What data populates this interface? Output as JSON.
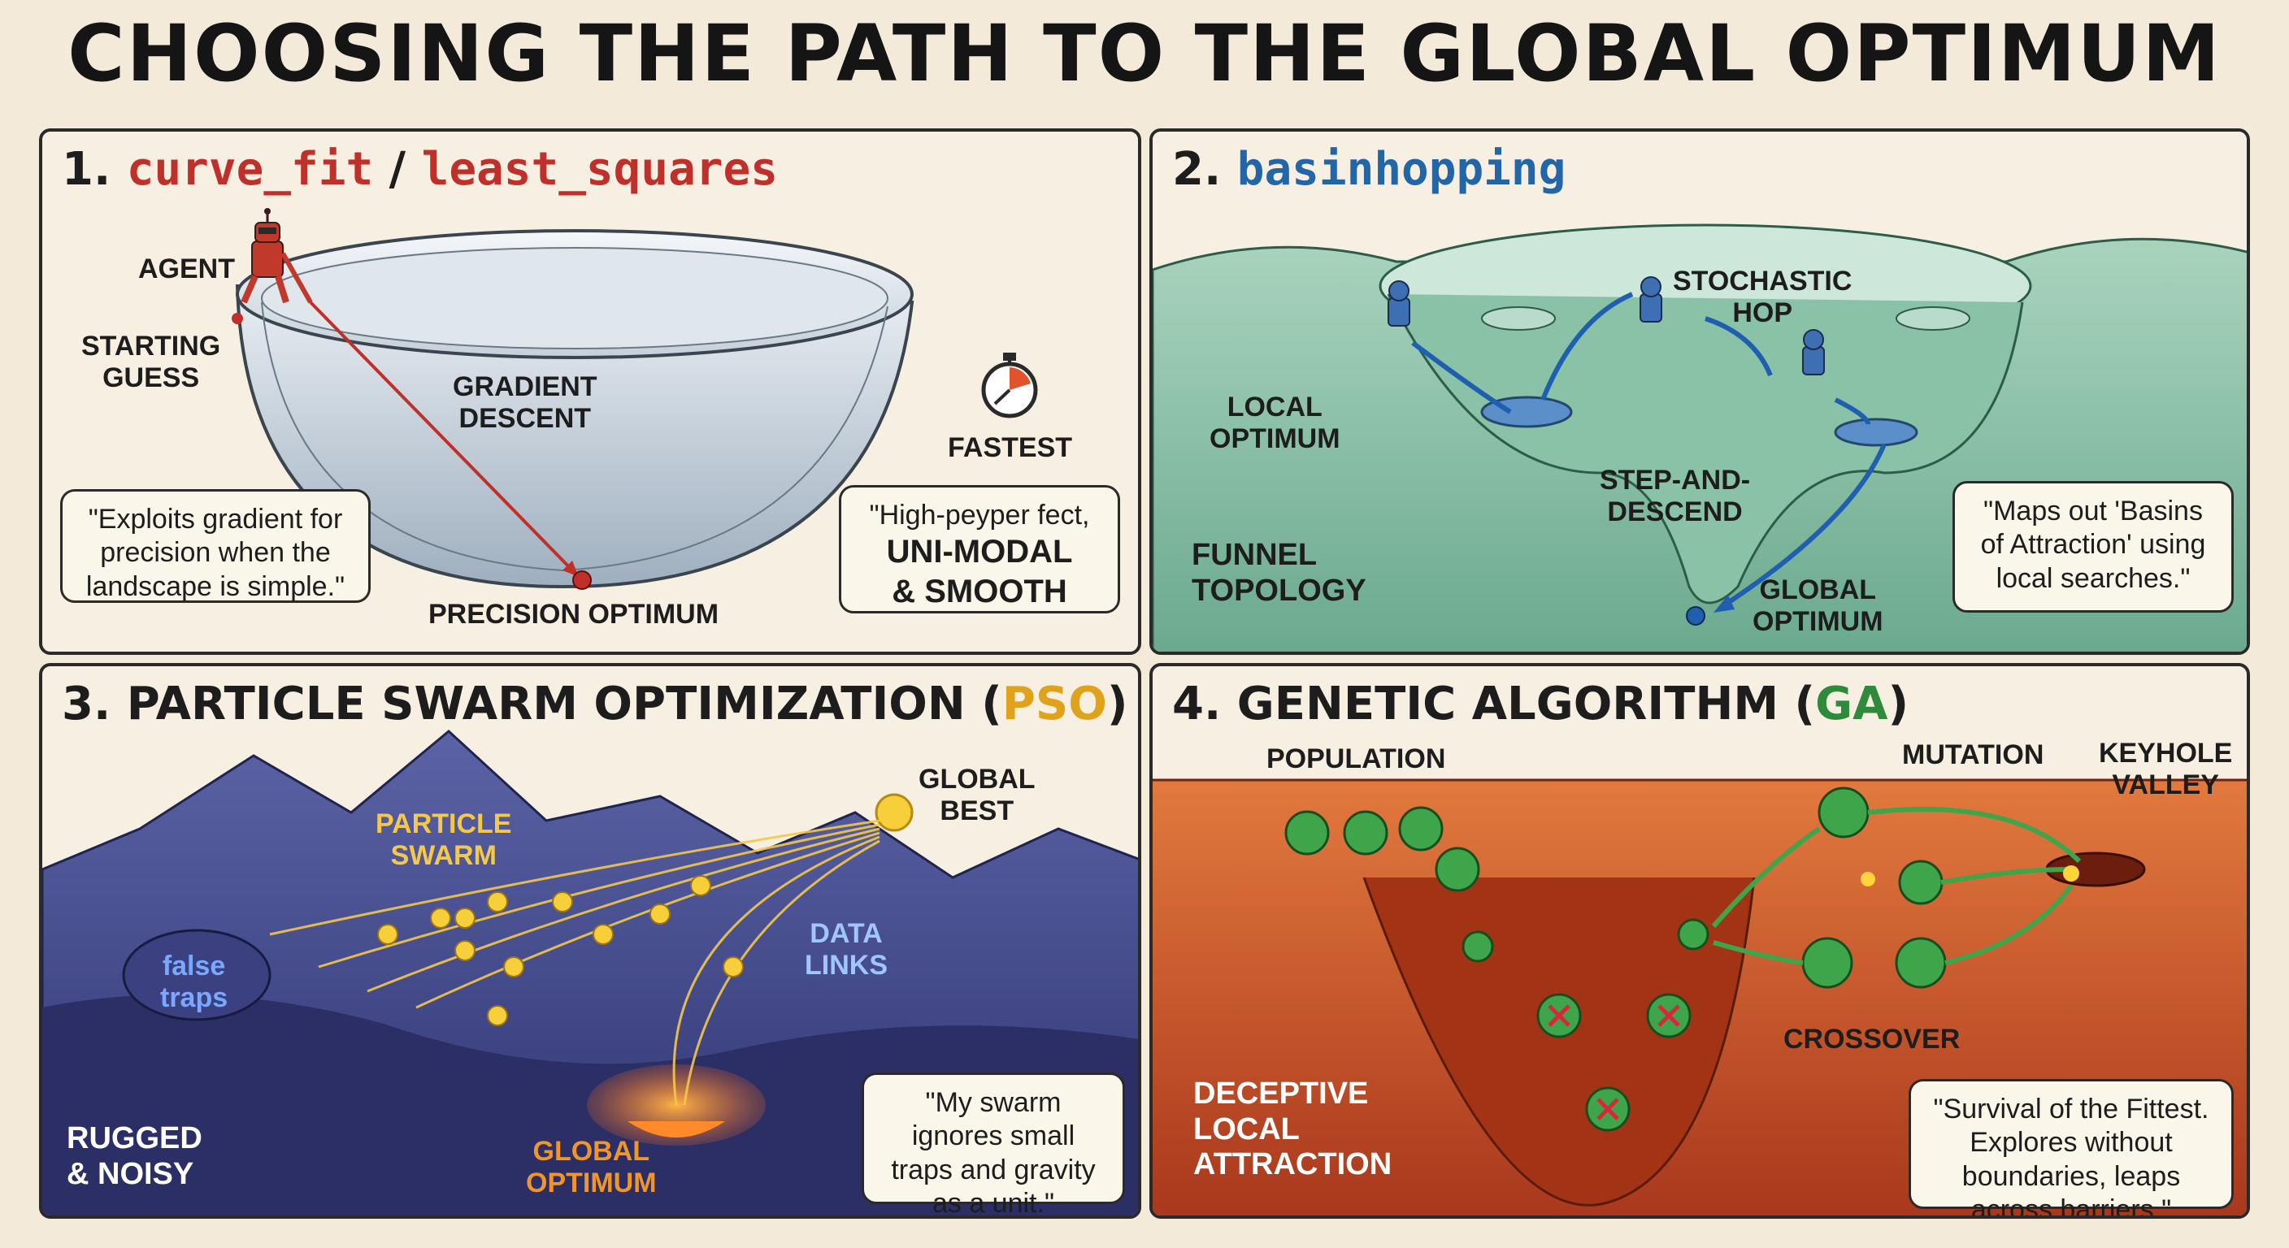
{
  "title": "CHOOSING THE PATH TO THE GLOBAL OPTIMUM",
  "panel1": {
    "num": "1.",
    "code_a": "curve_fit",
    "sep": " / ",
    "code_b": "least_squares",
    "agent": "AGENT",
    "starting_guess": "STARTING\nGUESS",
    "gradient": "GRADIENT\nDESCENT",
    "precision": "PRECISION OPTIMUM",
    "fastest": "FASTEST",
    "quote_left": "\"Exploits gradient for precision when the landscape is simple.\"",
    "quote_right_top": "\"High-peyper fect,",
    "quote_right_bold": "UNI-MODAL\n& SMOOTH"
  },
  "panel2": {
    "num": "2.",
    "code": "basinhopping",
    "stochastic": "STOCHASTIC\nHOP",
    "local": "LOCAL\nOPTIMUM",
    "step": "STEP-AND-\nDESCEND",
    "funnel": "FUNNEL\nTOPOLOGY",
    "global": "GLOBAL\nOPTIMUM",
    "quote": "\"Maps out 'Basins of Attraction' using local searches.\""
  },
  "panel3": {
    "title_a": "3. PARTICLE SWARM OPTIMIZATION (",
    "title_b": "PSO",
    "title_c": ")",
    "swarm": "PARTICLE\nSWARM",
    "global_best": "GLOBAL\nBEST",
    "data_links": "DATA\nLINKS",
    "false_traps": "false\ntraps",
    "rugged": "RUGGED\n& NOISY",
    "global_opt": "GLOBAL\nOPTIMUM",
    "quote": "\"My swarm ignores small traps and gravity as a unit.\""
  },
  "panel4": {
    "title_a": "4. GENETIC ALGORITHM (",
    "title_b": "GA",
    "title_c": ")",
    "population": "POPULATION",
    "mutation": "MUTATION",
    "keyhole": "KEYHOLE\nVALLEY",
    "crossover": "CROSSOVER",
    "deceptive": "DECEPTIVE\nLOCAL\nATTRACTION",
    "quote": "\"Survival of the Fittest. Explores without boundaries, leaps across barriers.\""
  },
  "colors": {
    "red": "#c0302a",
    "blue": "#2266a8",
    "pso_orange": "#e0a21a",
    "ga_green": "#2f8a3a"
  }
}
